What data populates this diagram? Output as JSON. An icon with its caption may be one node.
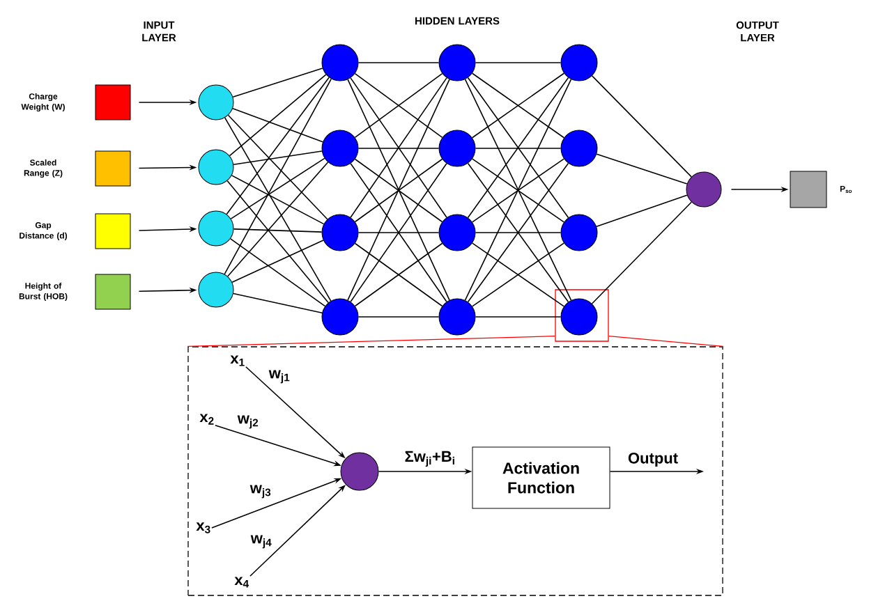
{
  "diagram": {
    "nodes": [
      {
        "text": [],
        "shape": "box",
        "beside": [
          "Charge Weight (W)"
        ]
      },
      {
        "text": [],
        "shape": "box",
        "beside": [
          "Scaled Range (Z)"
        ]
      },
      {
        "text": [],
        "shape": "box",
        "beside": [
          "Gap Distance (d)"
        ]
      },
      {
        "text": [],
        "shape": "box",
        "beside": [
          "Height of Burst (HOB)"
        ]
      },
      {
        "text": [],
        "shape": "circle"
      },
      {
        "text": [],
        "shape": "circle"
      },
      {
        "text": [],
        "shape": "circle"
      },
      {
        "text": [],
        "shape": "circle"
      },
      {
        "text": [],
        "shape": "circle"
      },
      {
        "text": [],
        "shape": "circle"
      },
      {
        "text": [],
        "shape": "circle"
      },
      {
        "text": [],
        "shape": "circle"
      },
      {
        "text": [],
        "shape": "circle"
      },
      {
        "text": [],
        "shape": "circle"
      },
      {
        "text": [],
        "shape": "circle"
      },
      {
        "text": [],
        "shape": "circle"
      },
      {
        "text": [],
        "shape": "circle"
      },
      {
        "text": [],
        "shape": "circle"
      },
      {
        "text": [],
        "shape": "circle"
      },
      {
        "text": [],
        "shape": "box"
      },
      {
        "text": [],
        "shape": "circle",
        "in": 19
      },
      {
        "text": [],
        "shape": "circle"
      },
      {
        "text": [],
        "shape": "box",
        "beside": [
          "P$_{so}$"
        ]
      },
      {
        "text": [],
        "shape": "box"
      },
      {
        "text": [
          "x$_{1}$"
        ],
        "in": 23
      },
      {
        "text": [
          "x$_{2}$"
        ],
        "in": 23
      },
      {
        "text": [
          "x$_{3}$"
        ],
        "in": 23
      },
      {
        "text": [
          "x$_{4}$"
        ],
        "in": 23
      },
      {
        "text": [],
        "shape": "circle",
        "in": 23
      },
      {
        "text": [
          "Activation Function"
        ],
        "in": 23
      }
    ],
    "edges": [
      {
        "from": 0,
        "to": 4,
        "arrow": "to"
      },
      {
        "from": 1,
        "to": 5,
        "arrow": "to"
      },
      {
        "from": 2,
        "to": 6,
        "arrow": "to"
      },
      {
        "from": 3,
        "to": 7,
        "arrow": "to"
      },
      {
        "from": 4,
        "to": 8,
        "arrow": "none"
      },
      {
        "from": 4,
        "to": 9,
        "arrow": "none"
      },
      {
        "from": 4,
        "to": 10,
        "arrow": "none"
      },
      {
        "from": 4,
        "to": 11,
        "arrow": "none"
      },
      {
        "from": 5,
        "to": 8,
        "arrow": "none"
      },
      {
        "from": 5,
        "to": 9,
        "arrow": "none"
      },
      {
        "from": 5,
        "to": 10,
        "arrow": "none"
      },
      {
        "from": 5,
        "to": 11,
        "arrow": "none"
      },
      {
        "from": 6,
        "to": 8,
        "arrow": "none"
      },
      {
        "from": 6,
        "to": 9,
        "arrow": "none"
      },
      {
        "from": 6,
        "to": 10,
        "arrow": "none"
      },
      {
        "from": 6,
        "to": 11,
        "arrow": "none"
      },
      {
        "from": 7,
        "to": 8,
        "arrow": "none"
      },
      {
        "from": 7,
        "to": 9,
        "arrow": "none"
      },
      {
        "from": 7,
        "to": 10,
        "arrow": "none"
      },
      {
        "from": 7,
        "to": 11,
        "arrow": "none"
      },
      {
        "from": 8,
        "to": 12,
        "arrow": "none"
      },
      {
        "from": 8,
        "to": 13,
        "arrow": "none"
      },
      {
        "from": 8,
        "to": 14,
        "arrow": "none"
      },
      {
        "from": 8,
        "to": 15,
        "arrow": "none"
      },
      {
        "from": 9,
        "to": 12,
        "arrow": "none"
      },
      {
        "from": 9,
        "to": 13,
        "arrow": "none"
      },
      {
        "from": 9,
        "to": 14,
        "arrow": "none"
      },
      {
        "from": 9,
        "to": 15,
        "arrow": "none"
      },
      {
        "from": 10,
        "to": 12,
        "arrow": "none"
      },
      {
        "from": 10,
        "to": 13,
        "arrow": "none"
      },
      {
        "from": 10,
        "to": 14,
        "arrow": "none"
      },
      {
        "from": 10,
        "to": 15,
        "arrow": "none"
      },
      {
        "from": 11,
        "to": 12,
        "arrow": "none"
      },
      {
        "from": 11,
        "to": 13,
        "arrow": "none"
      },
      {
        "from": 11,
        "to": 14,
        "arrow": "none"
      },
      {
        "from": 11,
        "to": 15,
        "arrow": "none"
      },
      {
        "from": 12,
        "to": 16,
        "arrow": "none"
      },
      {
        "from": 12,
        "to": 17,
        "arrow": "none"
      },
      {
        "from": 12,
        "to": 18,
        "arrow": "none"
      },
      {
        "from": 12,
        "to": 20,
        "arrow": "none"
      },
      {
        "from": 13,
        "to": 16,
        "arrow": "none"
      },
      {
        "from": 13,
        "to": 17,
        "arrow": "none"
      },
      {
        "from": 13,
        "to": 18,
        "arrow": "none"
      },
      {
        "from": 13,
        "to": 20,
        "arrow": "none"
      },
      {
        "from": 14,
        "to": 16,
        "arrow": "none"
      },
      {
        "from": 14,
        "to": 17,
        "arrow": "none"
      },
      {
        "from": 14,
        "to": 18,
        "arrow": "none"
      },
      {
        "from": 14,
        "to": 20,
        "arrow": "none"
      },
      {
        "from": 15,
        "to": 16,
        "arrow": "none"
      },
      {
        "from": 15,
        "to": 17,
        "arrow": "none"
      },
      {
        "from": 15,
        "to": 18,
        "arrow": "none"
      },
      {
        "from": 15,
        "to": 20,
        "arrow": "none"
      },
      {
        "from": 16,
        "to": 21,
        "arrow": "none"
      },
      {
        "from": 17,
        "to": 21,
        "arrow": "none"
      },
      {
        "from": 18,
        "to": 21,
        "arrow": "none"
      },
      {
        "from": 20,
        "to": 21,
        "arrow": "none"
      },
      {
        "from": 21,
        "to": 22,
        "arrow": "to"
      },
      {
        "from": 19,
        "to": 23,
        "arrow": "none",
        "color": "#ff0000"
      },
      {
        "from": 19,
        "to": 23,
        "arrow": "none",
        "color": "#ff0000"
      },
      {
        "from": 24,
        "to": 28,
        "arrow": "to",
        "label": "w$_{j1}$"
      },
      {
        "from": 25,
        "to": 28,
        "arrow": "to",
        "label": "w$_{j2}$"
      },
      {
        "from": 26,
        "to": 28,
        "arrow": "to",
        "label": "w$_{j3}$"
      },
      {
        "from": 27,
        "to": 28,
        "arrow": "to",
        "label": "w$_{j4}$"
      },
      {
        "from": 28,
        "to": 29,
        "arrow": "to",
        "label": "Σw$_{ji}$+B$_{i}$"
      },
      {
        "from": 29,
        "to": null,
        "arrow": "to",
        "label": "Output"
      }
    ],
    "labels": [
      "INPUT LAYER",
      "HIDDEN LAYERS",
      "OUTPUT LAYER"
    ]
  }
}
